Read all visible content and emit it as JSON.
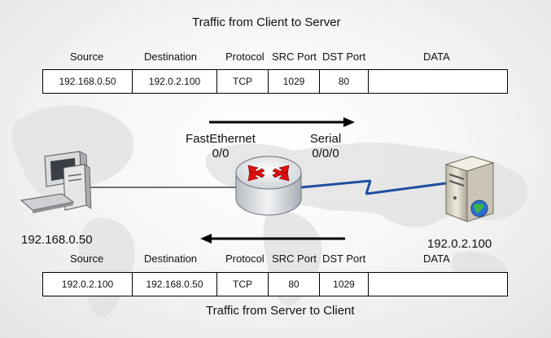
{
  "top": {
    "title": "Traffic from Client to Server",
    "headers": [
      "Source",
      "Destination",
      "Protocol",
      "SRC Port",
      "DST Port",
      "DATA"
    ],
    "cells": [
      "192.168.0.50",
      "192.0.2.100",
      "TCP",
      "1029",
      "80",
      ""
    ]
  },
  "bottom": {
    "title": "Traffic from Server to Client",
    "headers": [
      "Source",
      "Destination",
      "Protocol",
      "SRC Port",
      "DST Port",
      "DATA"
    ],
    "cells": [
      "192.0.2.100",
      "192.168.0.50",
      "TCP",
      "80",
      "1029",
      ""
    ]
  },
  "router": {
    "left_interface_line1": "FastEthernet",
    "left_interface_line2": "0/0",
    "right_interface_line1": "Serial",
    "right_interface_line2": "0/0/0"
  },
  "client": {
    "ip": "192.168.0.50",
    "icon": "computer-icon"
  },
  "server": {
    "ip": "192.0.2.100",
    "icon": "server-icon"
  },
  "colors": {
    "serial_link": "#1f4f9e",
    "router_arrows": "#e01010"
  }
}
